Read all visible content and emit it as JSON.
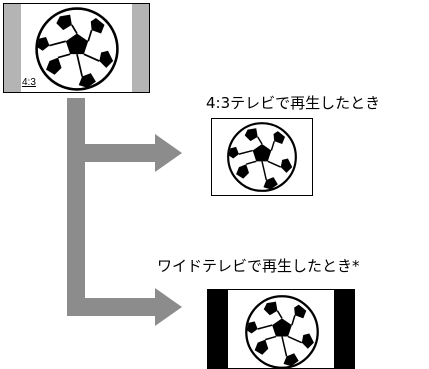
{
  "source": {
    "badge": "4:3",
    "side_bar_color": "#b4b4b4"
  },
  "captions": {
    "tv43": "4:3テレビで再生したとき",
    "wide": "ワイドテレビで再生したとき*"
  },
  "colors": {
    "arrow": "#8c8c8c",
    "frame": "#000000",
    "wide_bars": "#000000"
  },
  "icons": {
    "ball": "soccer-ball-icon",
    "arrow": "arrow-right-icon"
  }
}
